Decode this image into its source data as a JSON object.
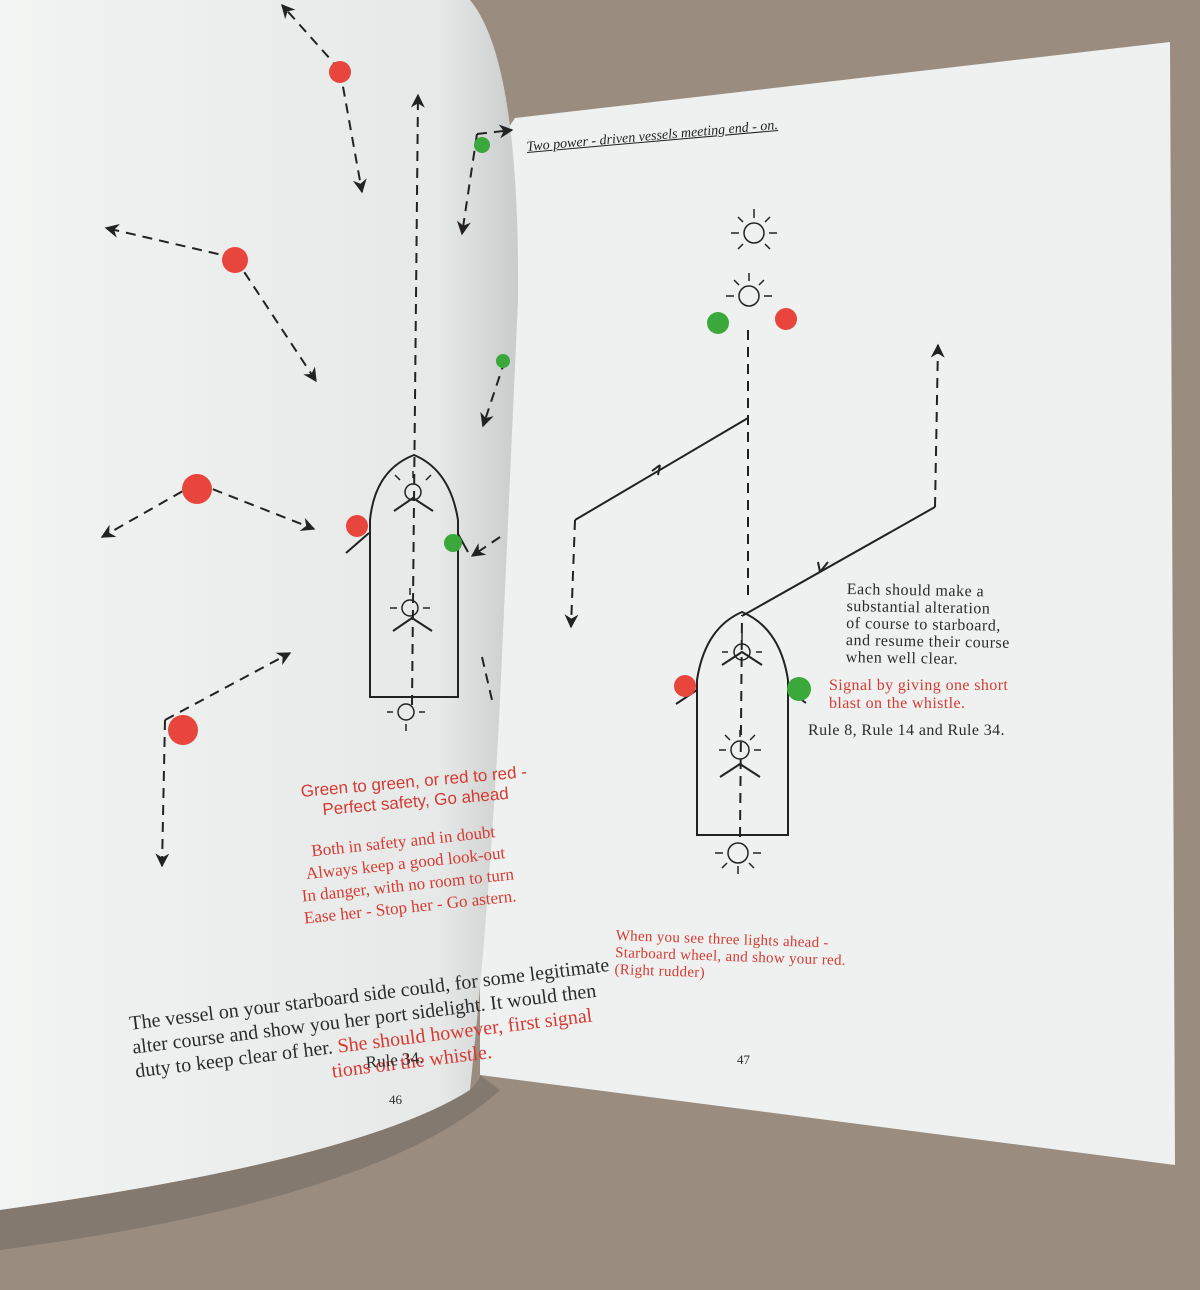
{
  "left_page": {
    "red_verse_1": [
      "Green to green, or red to red -",
      "Perfect safety, Go ahead"
    ],
    "red_verse_2": [
      "Both in safety and in doubt",
      "Always keep a good look-out",
      "In danger, with no room to turn",
      "Ease her - Stop her - Go astern."
    ],
    "bottom_black_1": "The vessel on your starboard side could, for some legitimate",
    "bottom_black_2": "alter course and show you her port sidelight. It would then",
    "bottom_black_3": "duty to keep clear of her.",
    "bottom_red_3": " She should however, first signal",
    "bottom_red_4": "tions on the whistle.",
    "rule": "Rule 34.",
    "page_number": "46"
  },
  "right_page": {
    "title": "Two power - driven vessels meeting end - on.",
    "instruction_lines": [
      "Each should make a",
      "substantial alteration",
      "of course to starboard,",
      "and resume their course",
      "when well clear."
    ],
    "signal_lines": [
      "Signal by giving one short",
      "blast on the whistle."
    ],
    "rules": "Rule 8, Rule 14 and Rule 34.",
    "bottom_red_lines": [
      "When you see three lights ahead -",
      "Starboard wheel, and show your red.",
      "(Right rudder)"
    ],
    "page_number": "47"
  },
  "colors": {
    "port_light": "#e8453c",
    "starboard_light": "#3aa83a",
    "text_red": "#d63a32",
    "paper_left": "#f4f6f5",
    "paper_right": "#f1f3f2",
    "table": "#9a8d80"
  }
}
